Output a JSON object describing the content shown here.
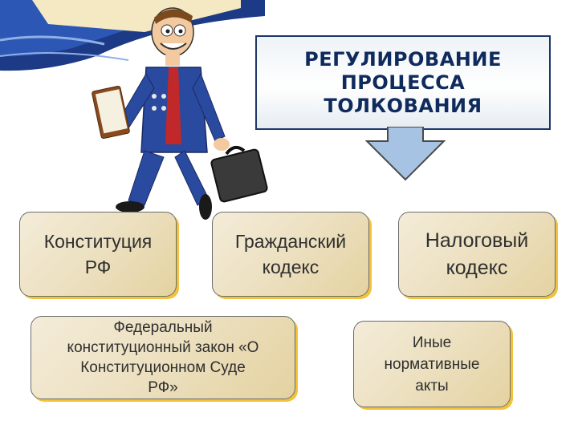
{
  "title": "РЕГУЛИРОВАНИЕ\nПРОЦЕССА\nТОЛКОВАНИЯ",
  "cards": {
    "constitution": "Конституция\nРФ",
    "civil_code": "Гражданский\nкодекс",
    "tax_code": "Налоговый\nкодекс",
    "federal_law": "Федеральный\nконституционный закон «О\nКонституционном Суде\nРФ»",
    "other_acts": "Иные\nнормативные\nакты"
  },
  "colors": {
    "title_text": "#0f2a5c",
    "title_border": "#1d3768",
    "arrow_fill": "#a7c3e4",
    "card_border": "#6c6c6c",
    "card_shadow": "#f2c23a"
  },
  "icons": {
    "figure": "businessman-with-briefcase-illustration",
    "arrow": "down-arrow"
  }
}
